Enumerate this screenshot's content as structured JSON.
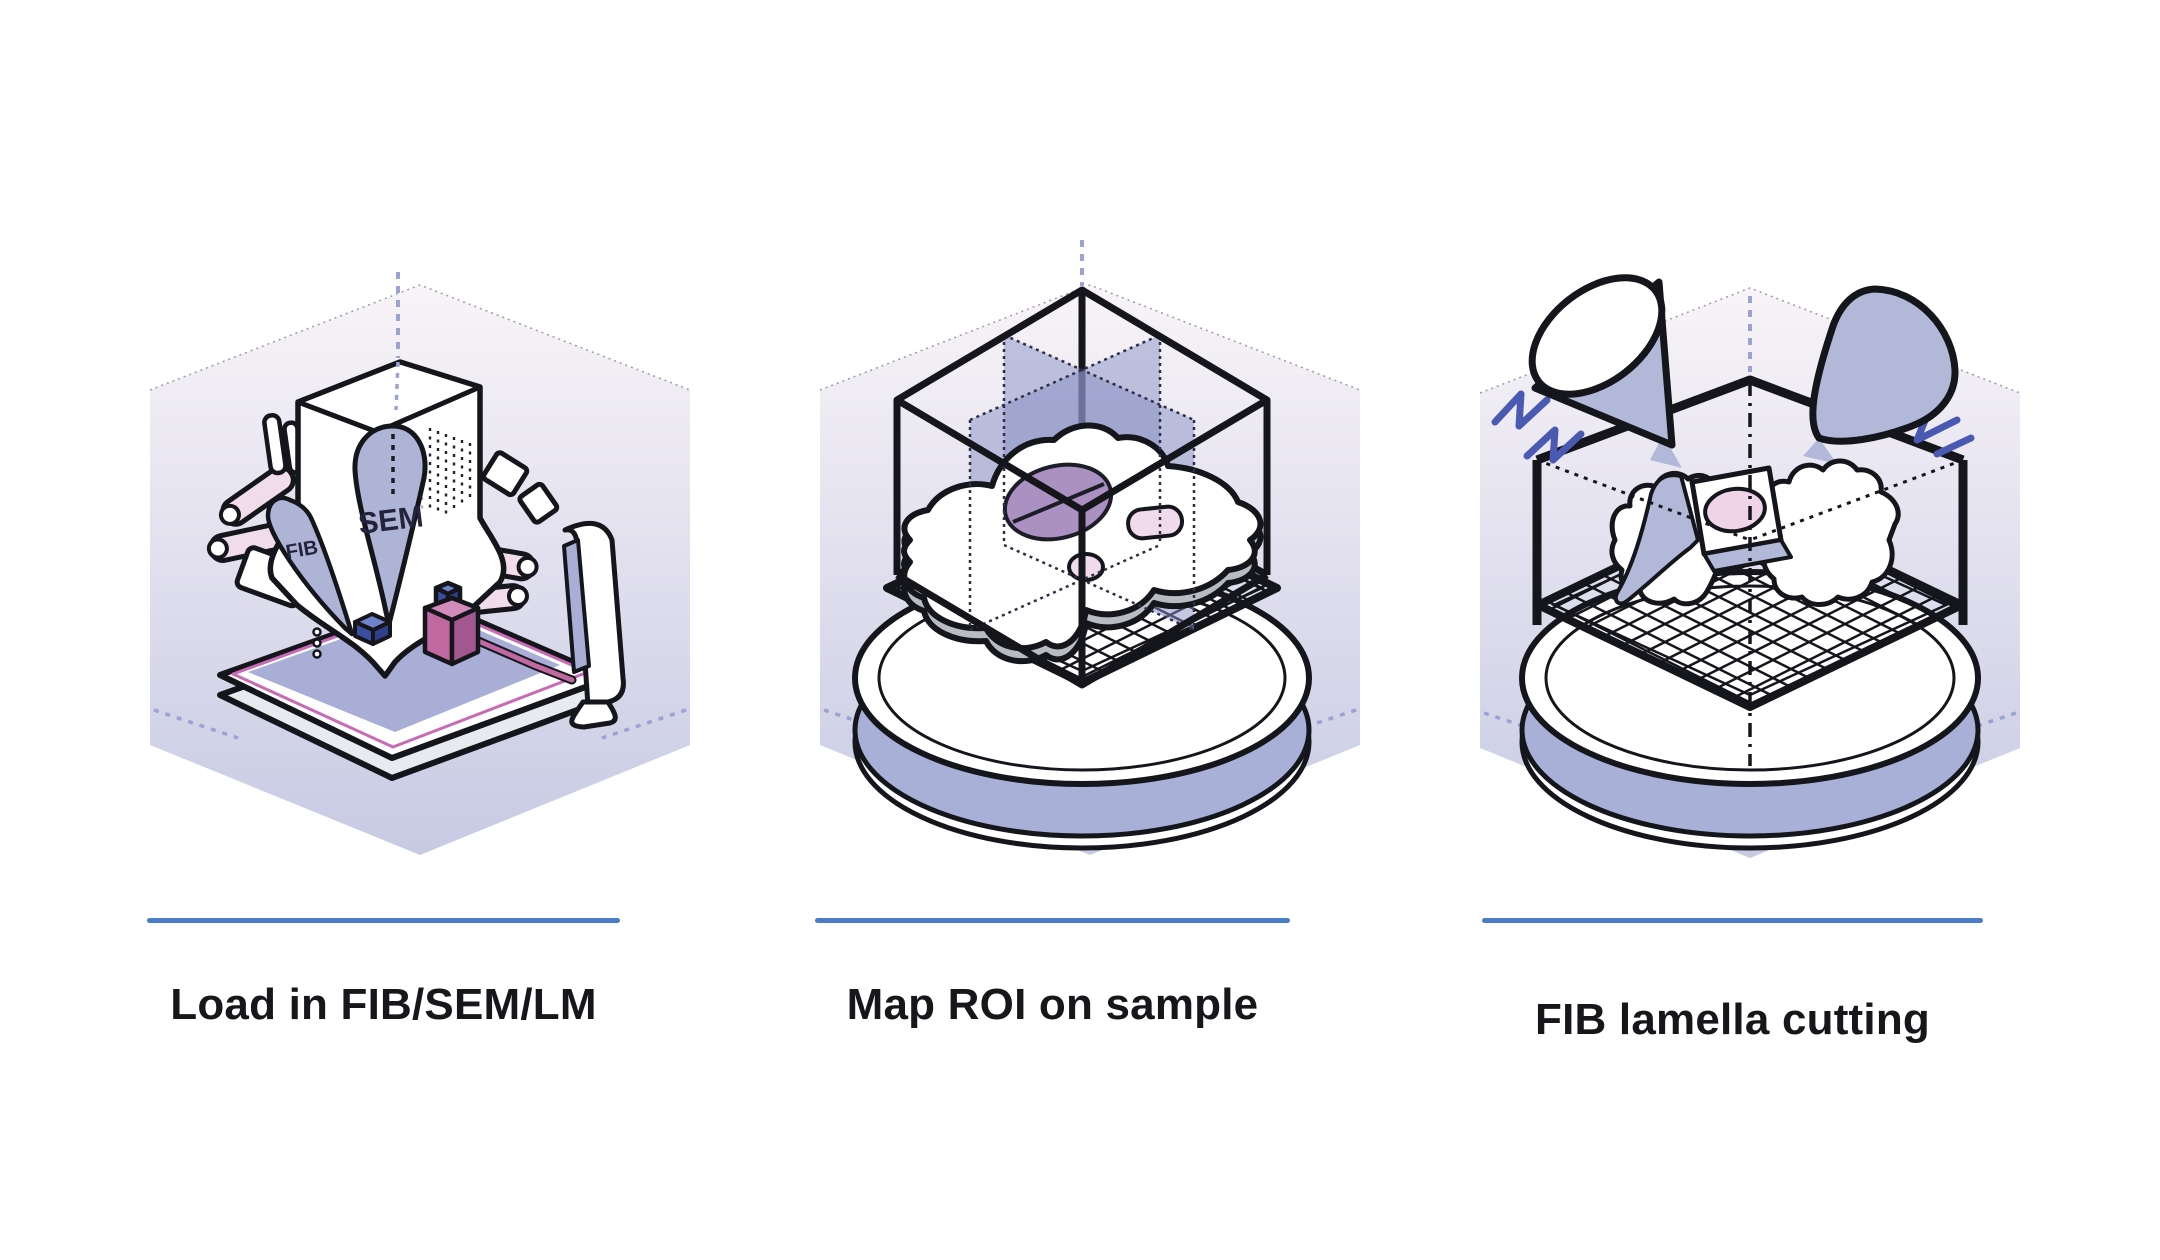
{
  "figure": {
    "description": "Three-step cryo FIB/SEM workflow diagram",
    "colors": {
      "background": "#ffffff",
      "divider_blue": "#4a7cc8",
      "caption_text": "#17171b",
      "outline_black": "#15151c",
      "lavender": "#aeb4d6",
      "lavender_plane": "#878fc3",
      "hexagon_top": "#f8f4f7",
      "hexagon_bottom": "#c6cae3",
      "stage_rim": "#a9b0d8",
      "detector_pink": "#f1dcea",
      "organelle_pink": "#efdbec",
      "nucleus_purple": "#ab90c2",
      "pump_magenta": "#c0689f",
      "table_line_magenta": "#c76bb4",
      "component_blue": "#3a4da0",
      "zigzag_blue": "#4a5ab2",
      "cell_shadow_gray": "#b9bac2",
      "guide_dash_lavender": "#9aa3d2"
    }
  },
  "steps": [
    {
      "id": "load",
      "caption": "Load in FIB/SEM/LM",
      "labels": {
        "sem": "SEM",
        "fib": "FIB"
      }
    },
    {
      "id": "map",
      "caption": "Map ROI on sample"
    },
    {
      "id": "cut",
      "caption": "FIB lamella cutting"
    }
  ]
}
